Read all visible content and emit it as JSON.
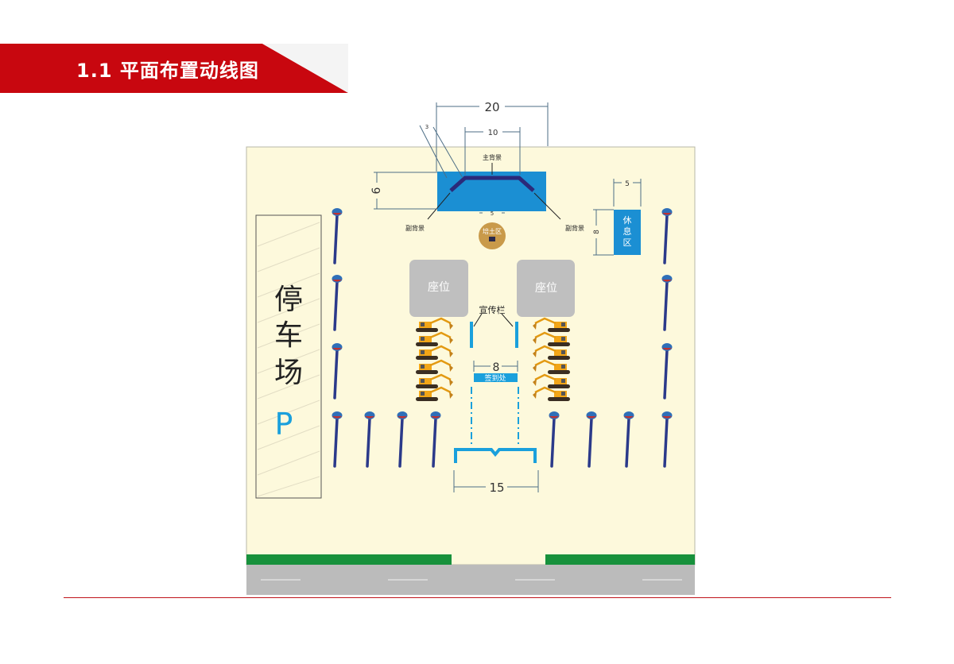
{
  "header": {
    "title": "1.1 平面布置动线图"
  },
  "plan": {
    "parking_label": "停车场",
    "parking_symbol": "P",
    "main_backdrop": "主背景",
    "side_backdrop_left": "副背景",
    "side_backdrop_right": "副背景",
    "earth_area": "培土区",
    "lounge_label": "休息区",
    "seat_left": "座位",
    "seat_right": "座位",
    "bulletin": "宣传栏",
    "signin": "签到处",
    "dimensions": {
      "overall_width": "20",
      "backdrop_width": "10",
      "backdrop_depth": "6",
      "side_offset": "3",
      "earth_span": "5",
      "lounge_width": "5",
      "lounge_depth": "8",
      "signin_width": "8",
      "entrance_width": "15"
    }
  },
  "colors": {
    "header_red": "#c8070f",
    "plan_bg": "#fdf9dc",
    "stage_blue": "#1b8fd3",
    "accent_blue": "#1aa0dc",
    "seat_gray": "#bfbfbf",
    "grass_green": "#17913c",
    "road_gray": "#bbbbbb",
    "flag_pole": "#2b3a8a"
  }
}
